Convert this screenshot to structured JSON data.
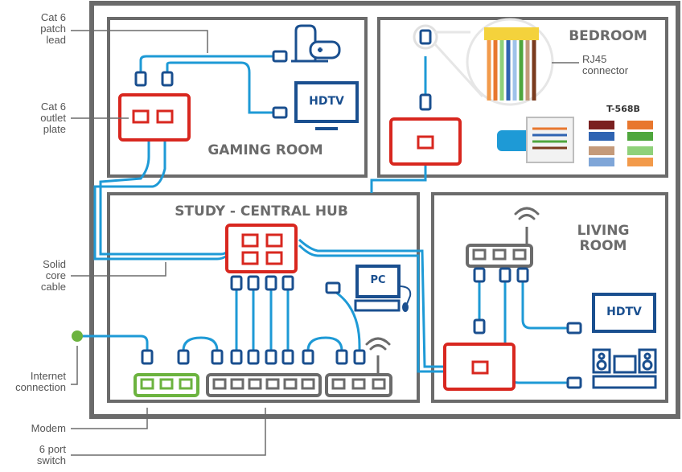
{
  "colors": {
    "wall": "#6b6b6b",
    "cable": "#1e9ad6",
    "outlet": "#d8271f",
    "modem": "#6cb33f",
    "switch": "#6b6b6b",
    "device": "#1a4f8f"
  },
  "side_labels": {
    "patch_lead": "Cat 6\npatch\nlead",
    "outlet_plate": "Cat 6\noutlet\nplate",
    "solid_cable": "Solid\ncore\ncable",
    "internet": "Internet\nconnection",
    "modem": "Modem",
    "switch": "6 port\nswitch"
  },
  "rooms": {
    "gaming": "GAMING ROOM",
    "bedroom": "BEDROOM",
    "study": "STUDY - CENTRAL HUB",
    "living": "LIVING\nROOM"
  },
  "devices": {
    "hdtv_gaming": "HDTV",
    "hdtv_living": "HDTV",
    "pc": "PC"
  },
  "connector": {
    "rj45_label": "RJ45\nconnector",
    "standard": "T-568B"
  },
  "icons": [
    "game-controller-icon",
    "wifi-icon",
    "speaker-icon",
    "stereo-icon"
  ]
}
